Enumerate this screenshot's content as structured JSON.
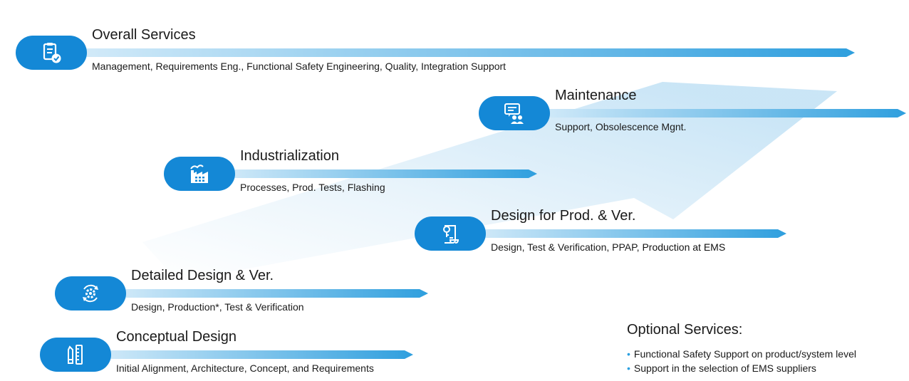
{
  "colors": {
    "accent": "#1488d6",
    "arrow_light": "#cfe9f8",
    "arrow_dark": "#2f9fde",
    "bullet": "#2a9fe0"
  },
  "stages": {
    "overall": {
      "title": "Overall Services",
      "subtitle": "Management, Requirements Eng., Functional Safety Engineering, Quality, Integration Support",
      "icon": "clipboard-check-icon"
    },
    "maintenance": {
      "title": "Maintenance",
      "subtitle": "Support, Obsolescence Mgnt.",
      "icon": "support-chat-people-icon"
    },
    "industrialization": {
      "title": "Industrialization",
      "subtitle": "Processes, Prod. Tests, Flashing",
      "icon": "factory-icon"
    },
    "design_prod": {
      "title": "Design for Prod. & Ver.",
      "subtitle": "Design, Test & Verification, PPAP,",
      "subtitle_bold": "Production at EMS",
      "icon": "blueprint-scroll-icon"
    },
    "detailed": {
      "title": "Detailed Design & Ver.",
      "subtitle": "Design, Production*, Test & Verification",
      "icon": "gear-cycle-icon"
    },
    "conceptual": {
      "title": "Conceptual Design",
      "subtitle": "Initial Alignment, Architecture, Concept, and Requirements",
      "icon": "ruler-pencil-icon"
    }
  },
  "optional": {
    "title": "Optional Services:",
    "items": [
      "Functional Safety Support on product/system level",
      "Support in the selection of EMS suppliers"
    ]
  }
}
